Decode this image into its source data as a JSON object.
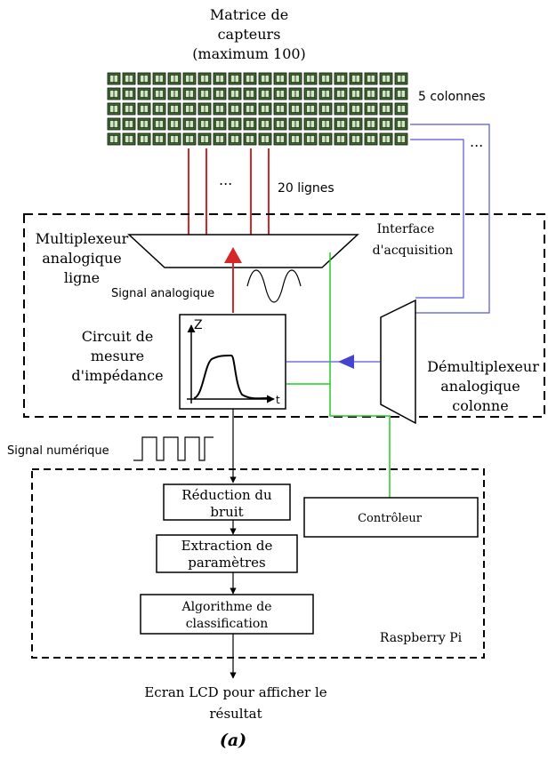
{
  "sensor_matrix": {
    "title_line1": "Matrice de",
    "title_line2": "capteurs",
    "title_line3": "(maximum 100)",
    "columns_label": "5 colonnes",
    "ellipsis_right": "...",
    "ellipsis_rows": "...",
    "rows_label": "20 lignes"
  },
  "acquisition_interface": {
    "label_line1": "Interface",
    "label_line2": "d'acquisition"
  },
  "mux_row": {
    "label_line1": "Multiplexeur",
    "label_line2": "analogique",
    "label_line3": "ligne"
  },
  "analog_signal_label": "Signal analogique",
  "impedance_circuit": {
    "label_line1": "Circuit de",
    "label_line2": "mesure",
    "label_line3": "d'impédance",
    "axis_y": "Z",
    "axis_x": "t"
  },
  "demux_column": {
    "label_line1": "Démultiplexeur",
    "label_line2": "analogique",
    "label_line3": "colonne"
  },
  "digital_signal_label": "Signal numérique",
  "raspberry": {
    "label": "Raspberry Pi",
    "noise_line1": "Réduction du",
    "noise_line2": "bruit",
    "extract_line1": "Extraction de",
    "extract_line2": "paramètres",
    "classif_line1": "Algorithme de",
    "classif_line2": "classification",
    "controller": "Contrôleur"
  },
  "output": {
    "line1": "Ecran LCD pour afficher le",
    "line2": "résultat"
  },
  "caption": "(a)",
  "colors": {
    "red": "#d62728",
    "blue": "#5555dd",
    "green": "#22cc22",
    "sensor_fill": "#3a6b2a"
  }
}
